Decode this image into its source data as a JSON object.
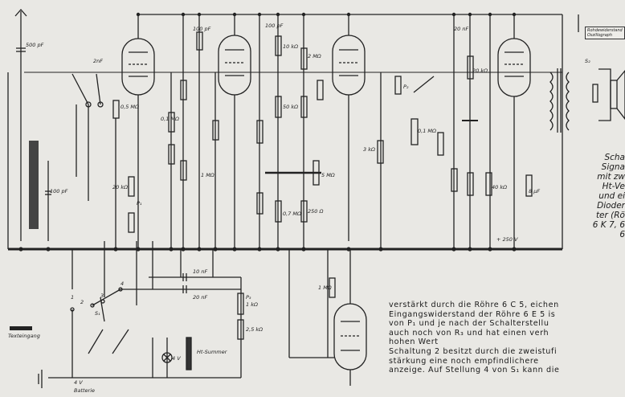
{
  "caption_lines": [
    "Scha",
    "Signa",
    "mit zw",
    "Ht-Ve",
    "und ei",
    "Dioder",
    "ter (Rö",
    "6 K 7, 6",
    "6"
  ],
  "body_text_lines": [
    "verstärkt durch die Röhre 6 C 5, eichen",
    "Eingangswiderstand der Röhre 6 E 5 is",
    "von P₁ und je nach der Schalterstellu",
    "auch noch von R₃ und hat einen verh",
    "hohen Wert",
    "Schaltung 2 besitzt durch die zweistufi",
    "stärkung eine noch empfindlichere",
    "anzeige. Auf Stellung 4 von S₁ kann die"
  ],
  "corner_box_lines": [
    "Rohdewiderstand",
    "Oszillograph"
  ],
  "labels": {
    "c_input": "500 pF",
    "c_100": "100 pF",
    "c_2nf": "2nF",
    "c_top1": "100 pF",
    "c_top2": "100 pF",
    "c_top3": "20 nF",
    "r_05": "0,5 MΩ",
    "r_0_1": "0,1 MΩ",
    "r_20k": "20 kΩ",
    "p1": "P₁",
    "r_1m": "1 MΩ",
    "r_10k": "10 kΩ",
    "r_50k": "50 kΩ",
    "r_07": "0,7 MΩ",
    "r_2m": "2 MΩ",
    "r_250": "250 Ω",
    "r_3k": "3 kΩ",
    "p2": "P₂",
    "r_5m": "5 MΩ",
    "r_01m": "0,1 MΩ",
    "c_8uF": "8 µF",
    "r_20k2": "20 kΩ",
    "r_40k": "40 kΩ",
    "s2": "S₂",
    "hv": "+ 250 V",
    "s1": "S₁",
    "c_10nf": "10 nF",
    "c_20nf": "20 nF",
    "p3": "P₃",
    "p3_val": "1 kΩ",
    "r_25k": "2,5 kΩ",
    "tube_r": "1 MΩ",
    "lamp": "4 V",
    "summer": "Ht-Summer",
    "battery_v": "4 V",
    "battery": "Batterie",
    "input": "Texteingang",
    "sw_nums": [
      "1",
      "2",
      "3",
      "4"
    ]
  }
}
